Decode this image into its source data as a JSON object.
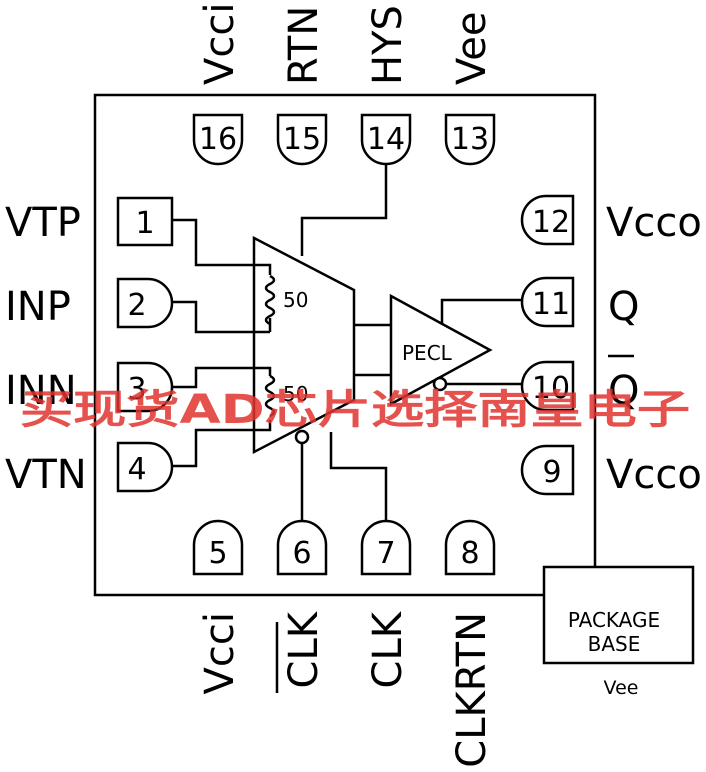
{
  "top_labels": {
    "pin16": "Vcci",
    "pin15": "RTN",
    "pin14": "HYS",
    "pin13": "Vee"
  },
  "bottom_labels": {
    "pin5": "Vcci",
    "pin6": "CLK",
    "pin7": "CLK",
    "pin8": "CLKRTN"
  },
  "left_labels": {
    "pin1": "VTP",
    "pin2": "INP",
    "pin3": "INN",
    "pin4": "VTN"
  },
  "right_labels": {
    "pin12": "Vcco",
    "pin11": "Q",
    "pin10": "Q",
    "pin9": "Vcco"
  },
  "pin_numbers": {
    "p1": "1",
    "p2": "2",
    "p3": "3",
    "p4": "4",
    "p5": "5",
    "p6": "6",
    "p7": "7",
    "p8": "8",
    "p9": "9",
    "p10": "10",
    "p11": "11",
    "p12": "12",
    "p13": "13",
    "p14": "14",
    "p15": "15",
    "p16": "16"
  },
  "internal": {
    "res_top": "50",
    "res_bottom": "50",
    "pecl": "PECL"
  },
  "package_base": {
    "line1": "PACKAGE",
    "line2": "BASE",
    "supply": "Vee"
  },
  "watermark": "买现货AD芯片选择南皇电子"
}
